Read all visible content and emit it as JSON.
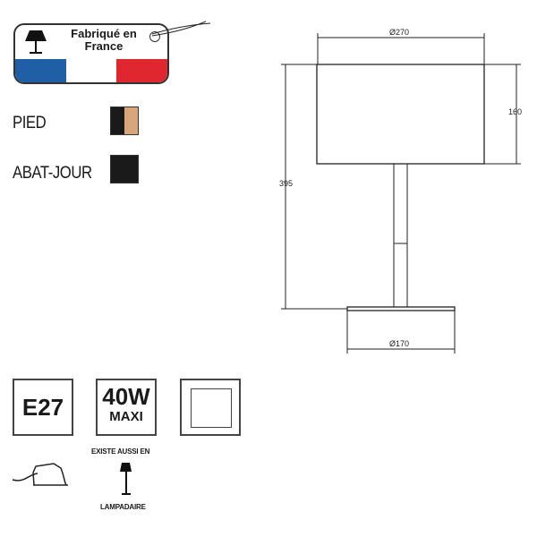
{
  "badge": {
    "text_line1": "Fabriqué en",
    "text_line2": "France",
    "flag_colors": [
      "#1f5fa6",
      "#ffffff",
      "#e0262e"
    ]
  },
  "finishes": [
    {
      "label": "PIED",
      "colors": [
        "#1a1a1a",
        "#d7a67a"
      ]
    },
    {
      "label": "ABAT-JOUR",
      "colors": [
        "#1a1a1a"
      ]
    }
  ],
  "dimensions": {
    "shade_diameter": "Ø270",
    "shade_height": "160",
    "total_height": "395",
    "base_diameter": "Ø170"
  },
  "specs": {
    "socket": "E27",
    "wattage": "40W",
    "wattage_sub": "MAXI"
  },
  "also_available": {
    "title": "EXISTE AUSSI EN",
    "item": "LAMPADAIRE"
  }
}
